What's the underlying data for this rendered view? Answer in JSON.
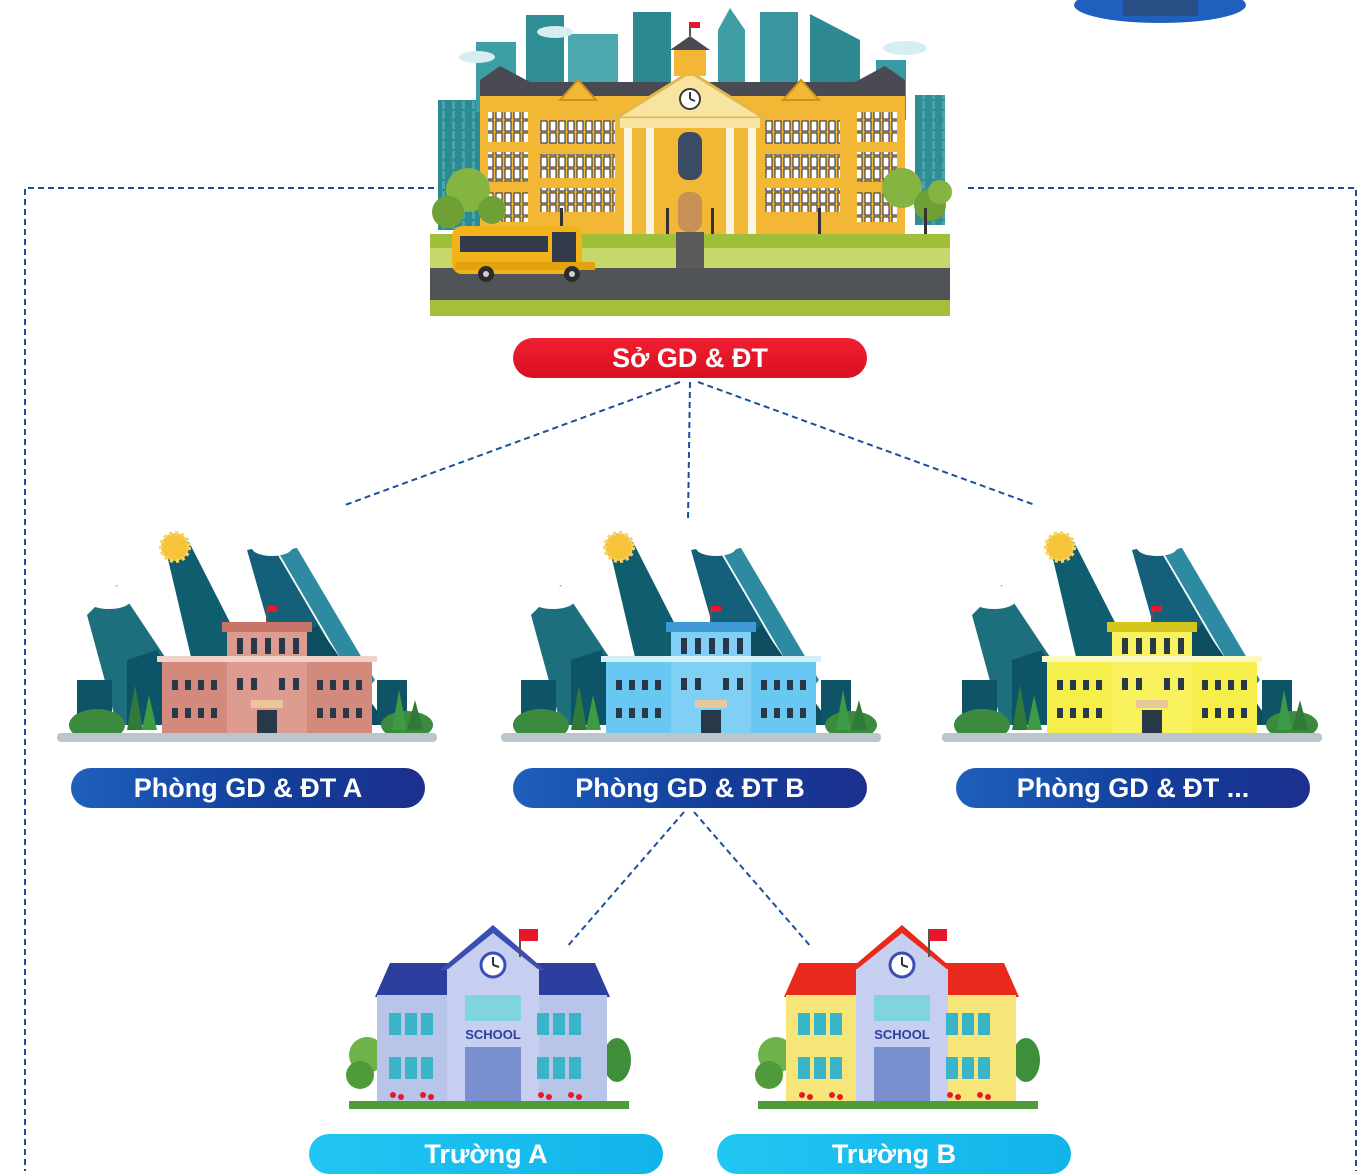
{
  "nodes": {
    "department": {
      "label": "Sở GD & ĐT",
      "color": "#e5192b"
    },
    "office_a": {
      "label": "Phòng GD & ĐT A"
    },
    "office_b": {
      "label": "Phòng GD & ĐT B"
    },
    "office_more": {
      "label": "Phòng GD & ĐT ..."
    },
    "school_a": {
      "label": "Trường A"
    },
    "school_b": {
      "label": "Trường B"
    }
  },
  "icons": {
    "top_right": "blue-decorative-circle-icon",
    "department": "large-yellow-school-campus-icon",
    "office": "government-office-building-icon",
    "school": "school-building-icon",
    "school_sign": "SCHOOL"
  },
  "colors": {
    "connector": "#1d4f9c",
    "label_blue": "#123f9a",
    "label_cyan": "#18bdf0",
    "office_a_facade": "#d4897d",
    "office_b_facade": "#69c8f2",
    "office_more_facade": "#f6ee4a",
    "school_a_roof": "#2d3f9e",
    "school_b_roof": "#e8291c"
  }
}
